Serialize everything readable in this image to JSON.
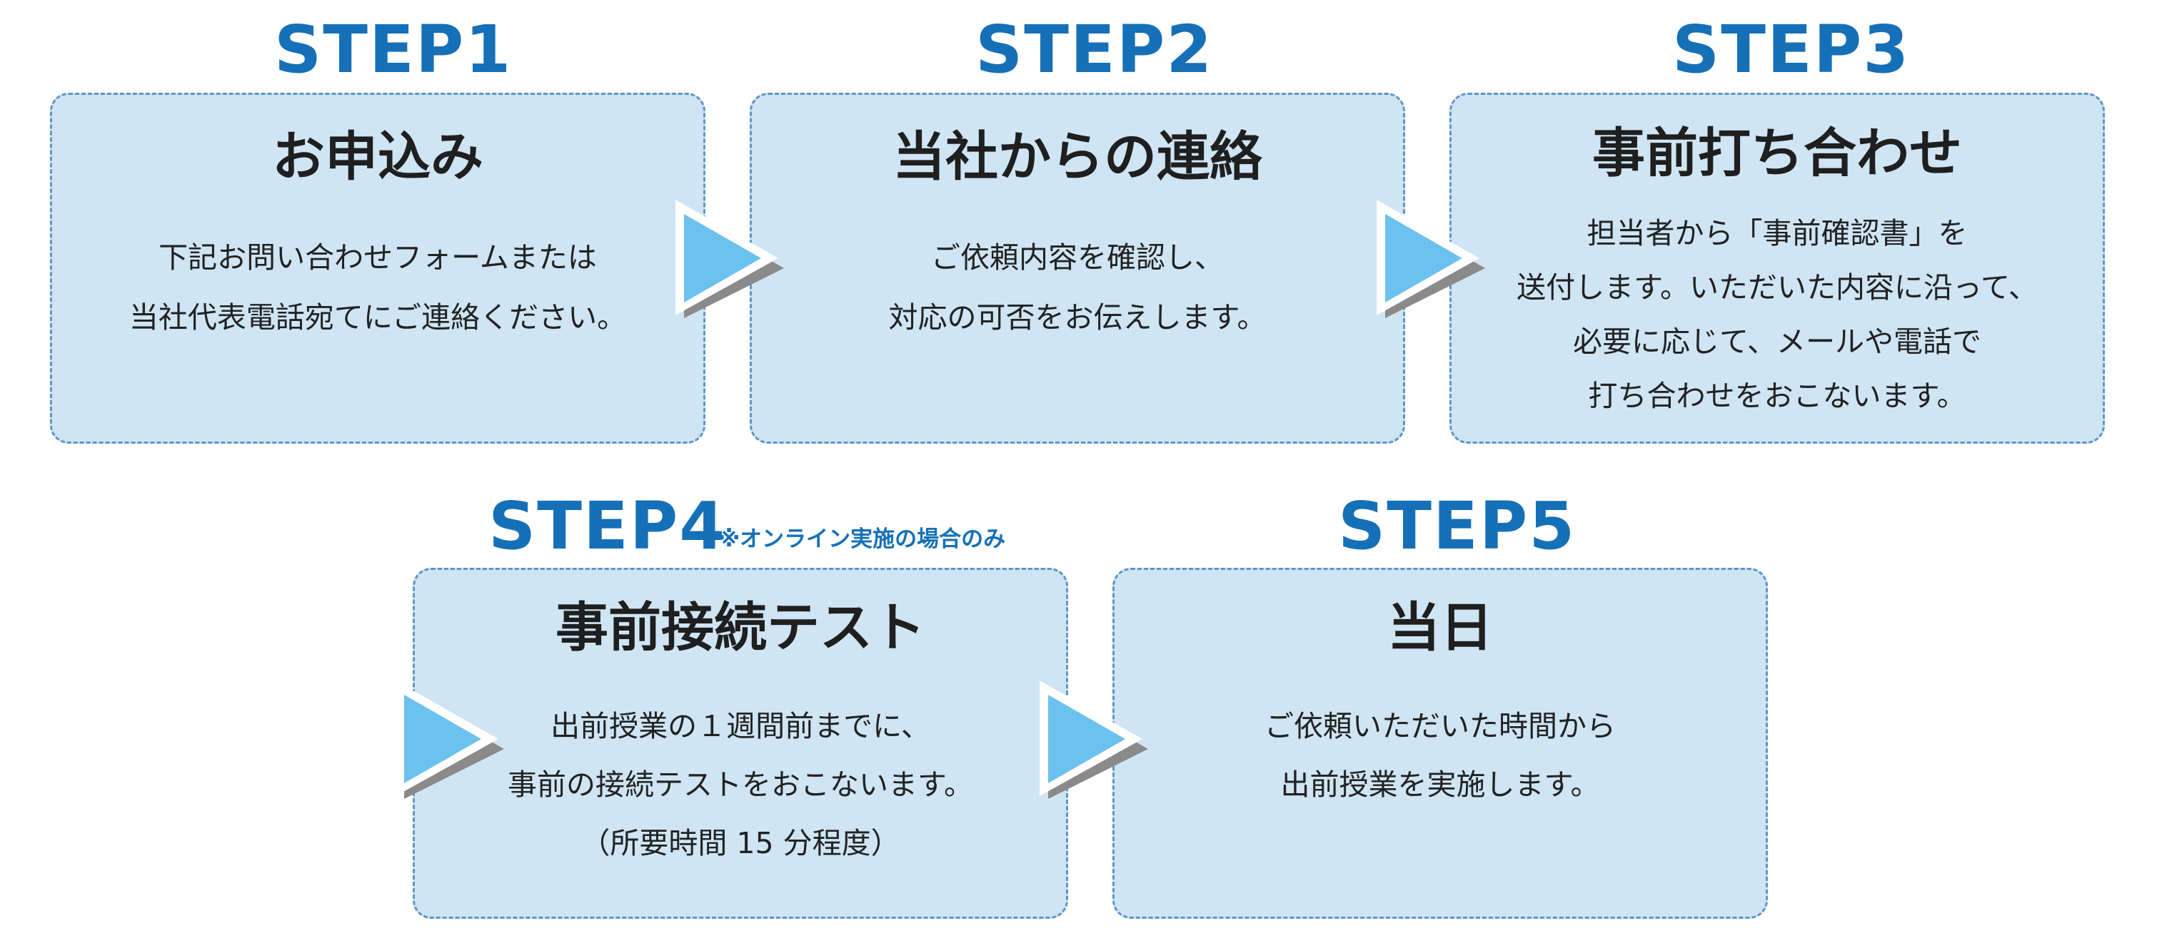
{
  "steps": [
    {
      "label": "STEP1",
      "title": "お申込み",
      "lines": [
        "下記お問い合わせフォームまたは",
        "当社代表電話宛てにご連絡ください。"
      ]
    },
    {
      "label": "STEP2",
      "title": "当社からの連絡",
      "lines": [
        "ご依頼内容を確認し、",
        "対応の可否をお伝えします。"
      ]
    },
    {
      "label": "STEP3",
      "title": "事前打ち合わせ",
      "lines": [
        "担当者から「事前確認書」を",
        "送付します。いただいた内容に沿って、",
        "必要に応じて、メールや電話で",
        "打ち合わせをおこないます。"
      ]
    },
    {
      "label": "STEP4",
      "note": "※オンライン実施の場合のみ",
      "title": "事前接続テスト",
      "lines": [
        "出前授業の１週間前までに、",
        "事前の接続テストをおこないます。",
        "（所要時間 15 分程度）"
      ]
    },
    {
      "label": "STEP5",
      "title": "当日",
      "lines": [
        "ご依頼いただいた時間から",
        "出前授業を実施します。"
      ]
    }
  ],
  "colors": {
    "step_label": "#1670b8",
    "card_fill": "#cfe5f4",
    "card_border": "#5f95c7",
    "arrow_fill": "#6cc2ee",
    "arrow_shadow": "#8a8a8a"
  }
}
